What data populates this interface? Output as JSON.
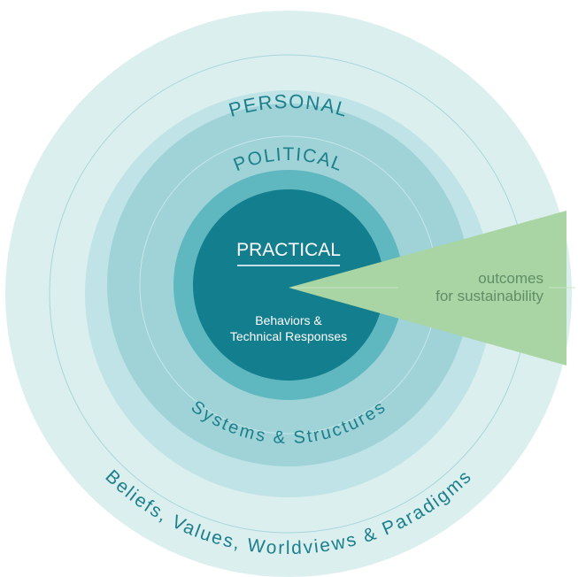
{
  "rings": {
    "outer": {
      "title": "PERSONAL",
      "subtitle": "Beliefs, Values, Worldviews & Paradigms"
    },
    "middle": {
      "title": "POLITICAL",
      "subtitle": "Systems & Structures"
    },
    "inner": {
      "title": "PRACTICAL",
      "subtitle_line1": "Behaviors &",
      "subtitle_line2": "Technical Responses"
    }
  },
  "wedge": {
    "line1": "outcomes",
    "line2": "for sustainability"
  },
  "colors": {
    "ring_outer": "#dcefef",
    "ring_2": "#bfe3e6",
    "ring_3": "#9fd3d7",
    "ring_4": "#8ccdd1",
    "ring_5": "#5fb8bf",
    "core": "#137e8e",
    "wedge": "#a9d4a3",
    "text_teal": "#1b7f8c",
    "wedge_text": "#5f8f67"
  }
}
